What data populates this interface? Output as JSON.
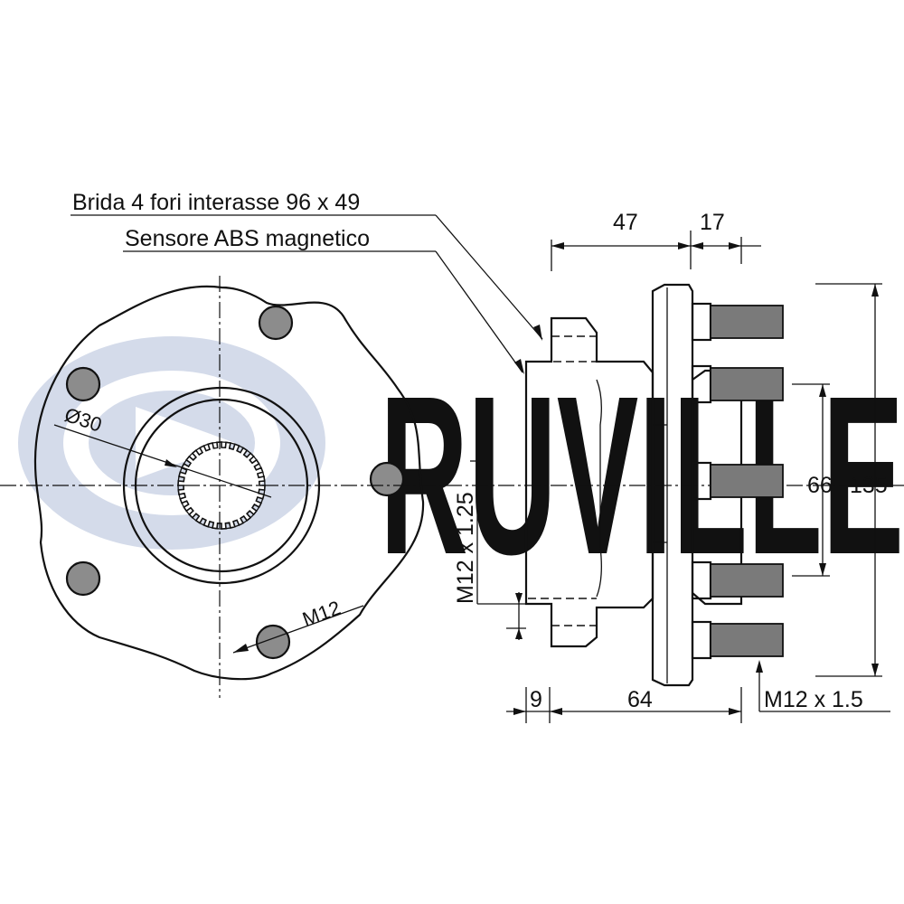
{
  "brand": {
    "watermark_text": "RUVILLE",
    "watermark_color": "#d4dbea"
  },
  "callouts": {
    "flange": "Brida 4 fori interasse 96 x 49",
    "sensor": "Sensore ABS magnetico"
  },
  "dimensions": {
    "bore_diameter": "Ø30",
    "bolt_hole_thread": "M12",
    "side_thread": "M12 x 1.25",
    "stud_thread": "M12 x 1.5",
    "width_47": "47",
    "width_17": "17",
    "width_9": "9",
    "width_64": "64",
    "diameter_66": "66",
    "diameter_135": "135"
  },
  "colors": {
    "line": "#111111",
    "hole_fill": "#8c8c8c"
  }
}
